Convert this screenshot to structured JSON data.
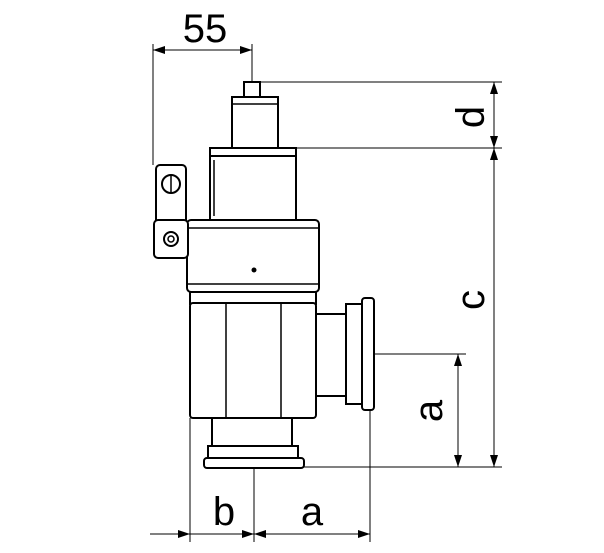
{
  "drawing": {
    "dimensions": {
      "top_width": "55",
      "right_top": "d",
      "right_middle": "c",
      "right_lower": "a",
      "bottom_left": "b",
      "bottom_right": "a"
    }
  }
}
